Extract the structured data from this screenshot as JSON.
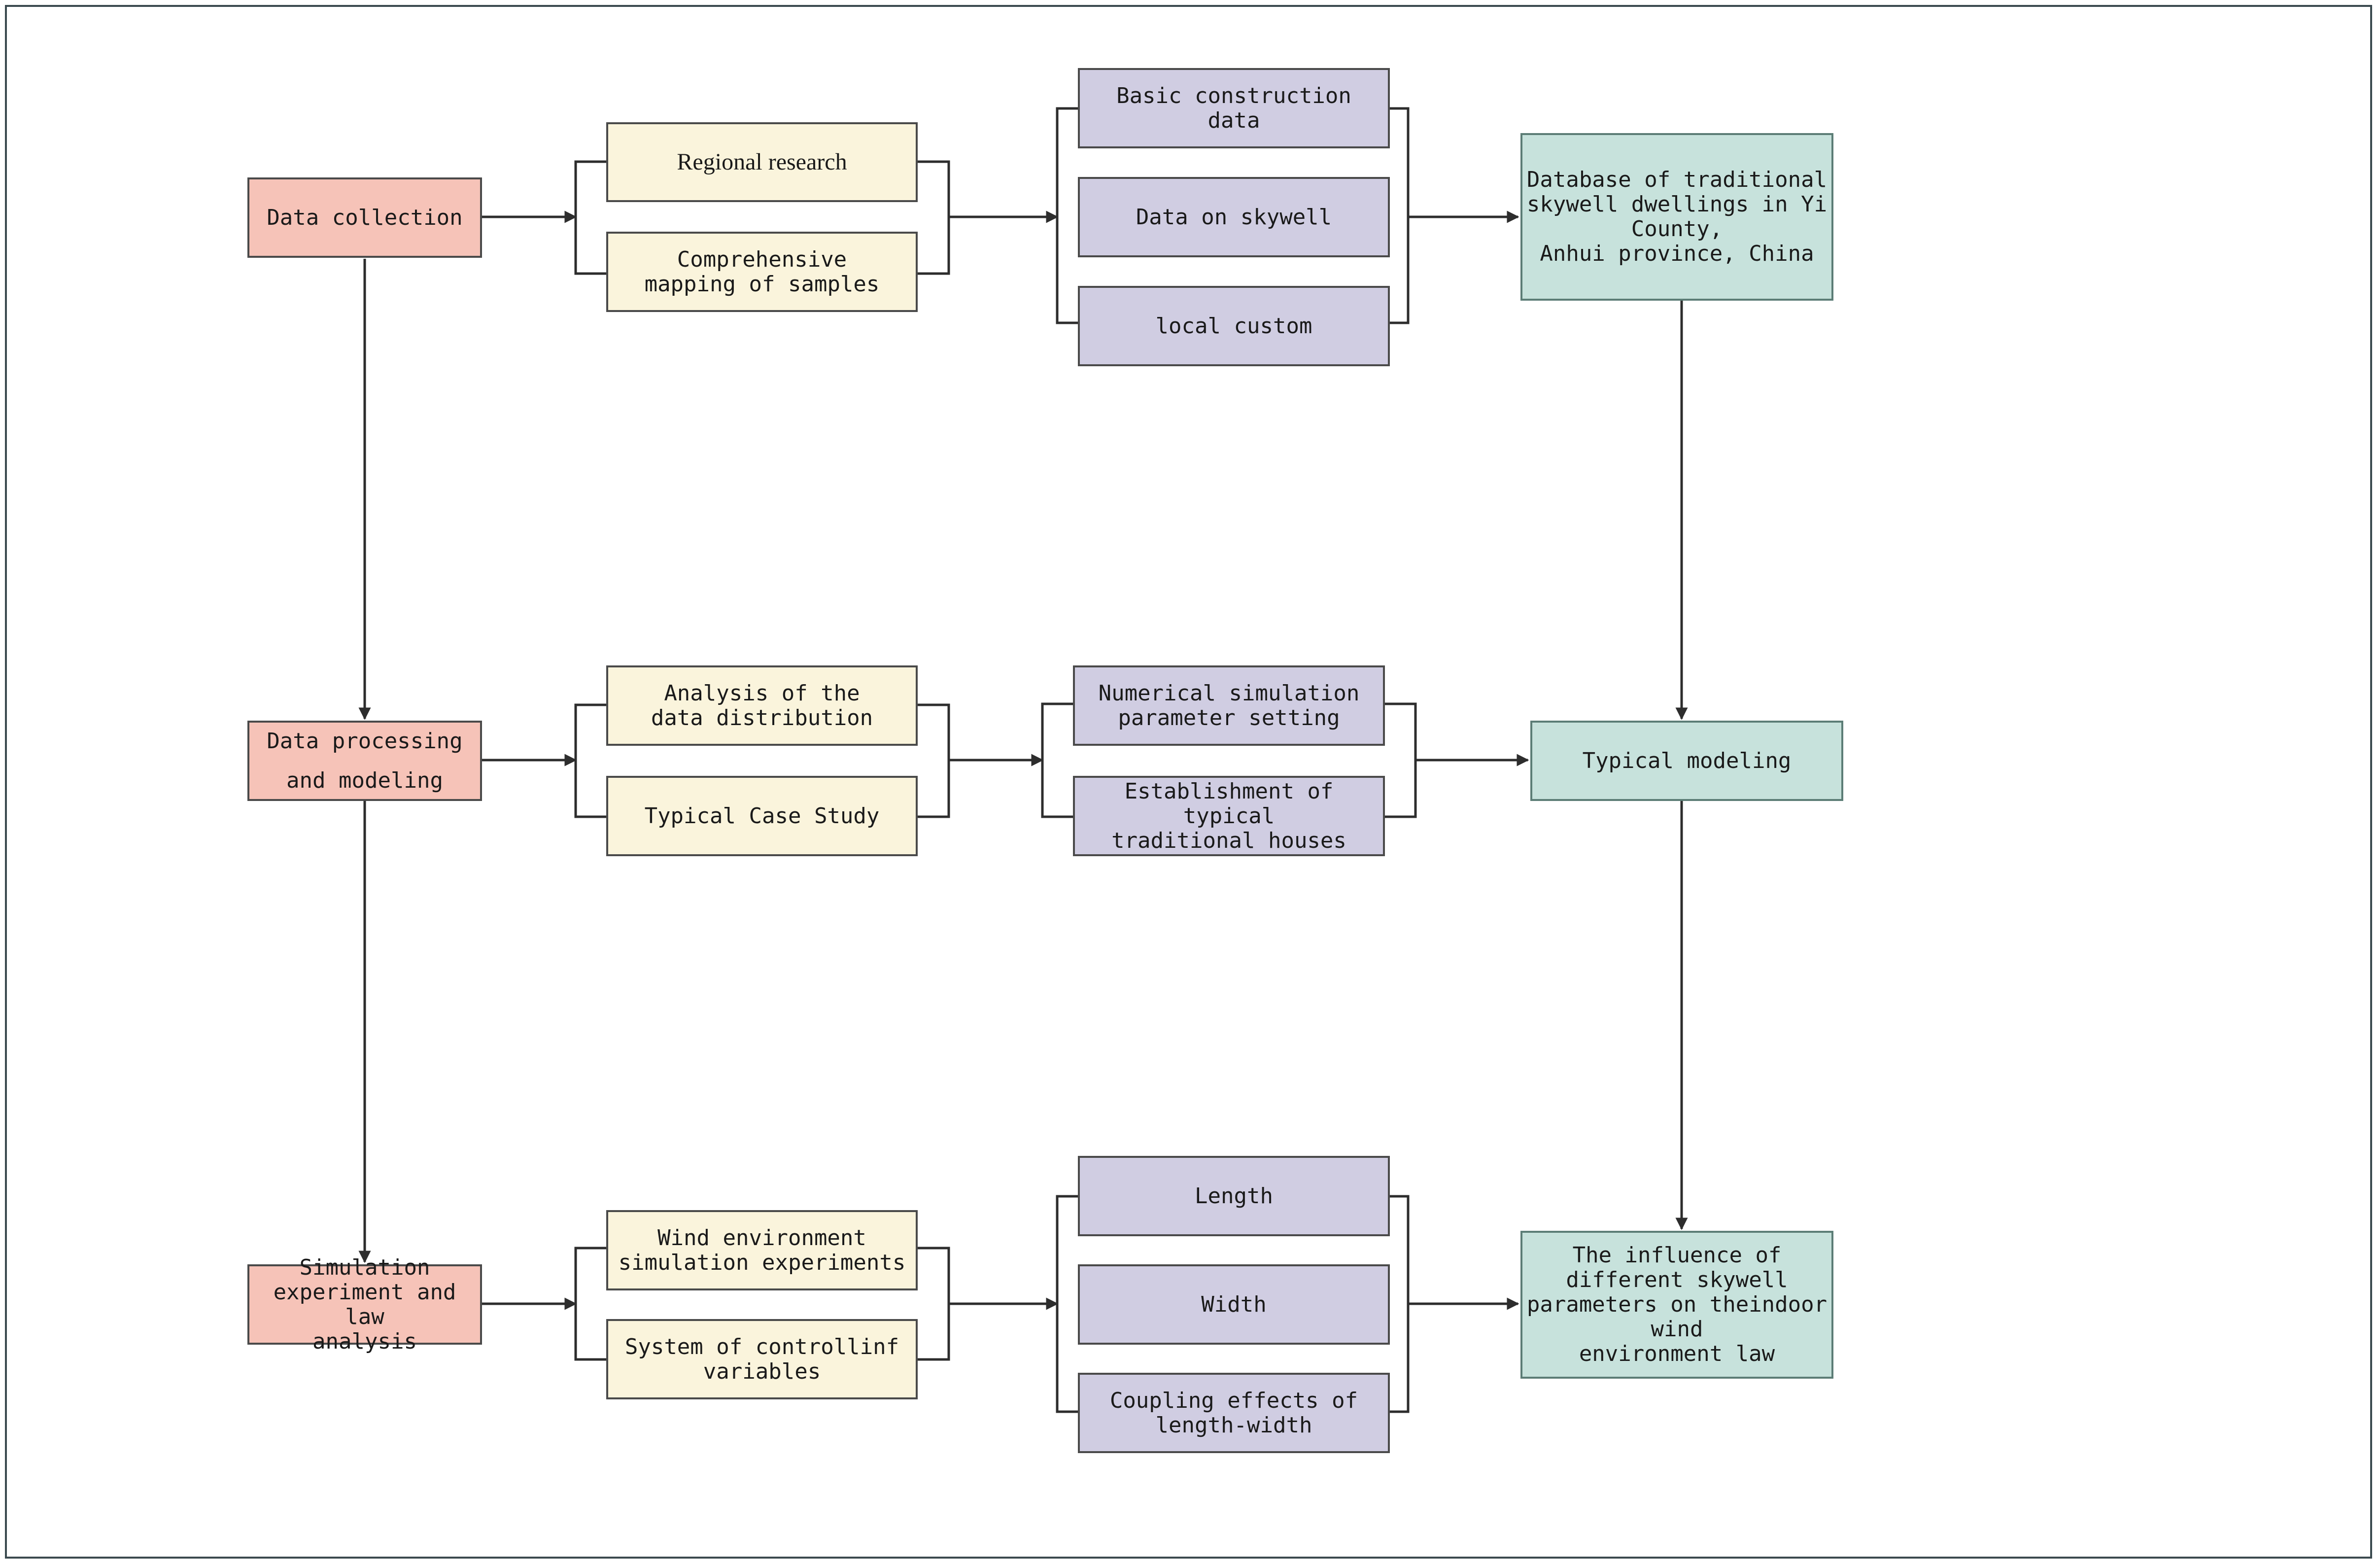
{
  "stages": {
    "collection": "Data collection",
    "processing": "Data processing\nand modeling",
    "simulation": "Simulation\nexperiment and law\nanalysis"
  },
  "methods": {
    "regional": "Regional research",
    "mapping": "Comprehensive\nmapping of samples",
    "analysis": "Analysis of the\ndata distribution",
    "case_study": "Typical Case Study",
    "wind_exp": "Wind environment\nsimulation experiments",
    "control_vars": "System of controllinf\nvariables"
  },
  "contents": {
    "basic": "Basic construction data",
    "skywell": "Data on skywell",
    "custom": "local custom",
    "num_sim": "Numerical simulation\nparameter setting",
    "establish": "Establishment of typical\ntraditional houses",
    "length": "Length",
    "width": "Width",
    "coupling": "Coupling effects of\nlength-width"
  },
  "outcomes": {
    "database": "Database of traditional\nskywell dwellings in Yi\nCounty,\nAnhui province, China",
    "modeling": "Typical modeling",
    "influence": "The influence of\ndifferent skywell\nparameters on theindoor\nwind\nenvironment law"
  },
  "colors": {
    "stage": "#f6c3b8",
    "method": "#faf4dc",
    "content": "#d0cde2",
    "outcome": "#c7e2dc",
    "line": "#2d2d2d"
  }
}
